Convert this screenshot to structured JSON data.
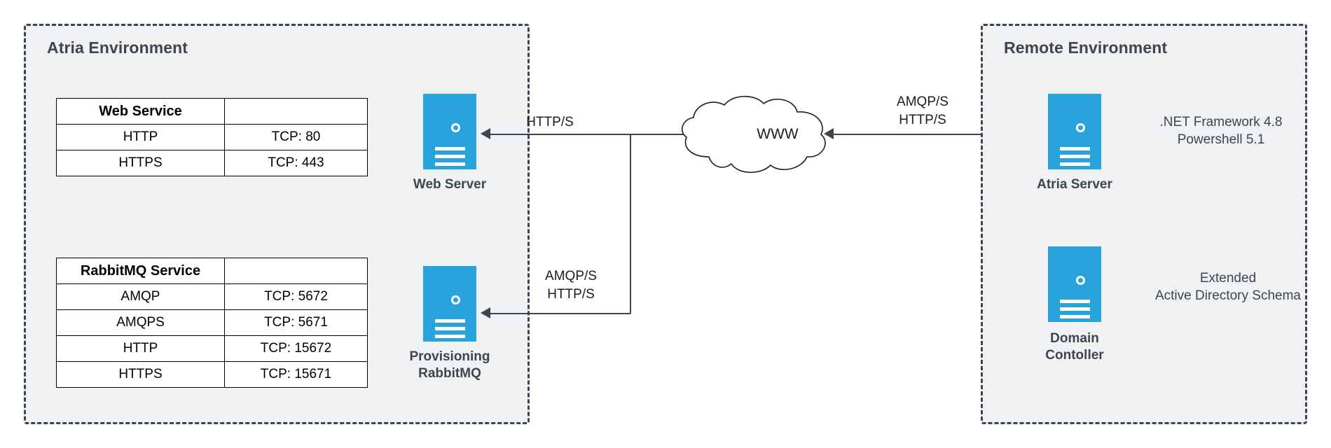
{
  "environments": {
    "atria": {
      "title": "Atria Environment"
    },
    "remote": {
      "title": "Remote Environment"
    }
  },
  "tables": {
    "web_service": {
      "header": {
        "name": "Web Service",
        "port": ""
      },
      "rows": [
        {
          "name": "HTTP",
          "port": "TCP: 80"
        },
        {
          "name": "HTTPS",
          "port": "TCP: 443"
        }
      ]
    },
    "rabbitmq_service": {
      "header": {
        "name": "RabbitMQ Service",
        "port": ""
      },
      "rows": [
        {
          "name": "AMQP",
          "port": "TCP: 5672"
        },
        {
          "name": "AMQPS",
          "port": "TCP: 5671"
        },
        {
          "name": "HTTP",
          "port": "TCP: 15672"
        },
        {
          "name": "HTTPS",
          "port": "TCP: 15671"
        }
      ]
    }
  },
  "nodes": {
    "web_server": {
      "label": "Web Server",
      "icon": "server-icon"
    },
    "provisioning_rabbitmq": {
      "label": "Provisioning\nRabbitMQ",
      "icon": "server-icon"
    },
    "atria_server": {
      "label": "Atria Server",
      "icon": "server-icon"
    },
    "domain_controller": {
      "label": "Domain\nContoller",
      "icon": "server-icon"
    }
  },
  "annotations": {
    "atria_server_stack": ".NET Framework 4.8\nPowershell 5.1",
    "domain_controller_note": "Extended\nActive Directory Schema"
  },
  "cloud": {
    "label": "WWW",
    "icon": "cloud-icon"
  },
  "edges": {
    "web_http": "HTTP/S",
    "rabbitmq_amqp_http": "AMQP/S\nHTTP/S",
    "remote_amqp_http": "AMQP/S\nHTTP/S"
  },
  "colors": {
    "server_blue": "#29a3dc",
    "env_background": "#eff1f3",
    "border_dark": "#3d4551",
    "canvas": "#ffffff"
  }
}
